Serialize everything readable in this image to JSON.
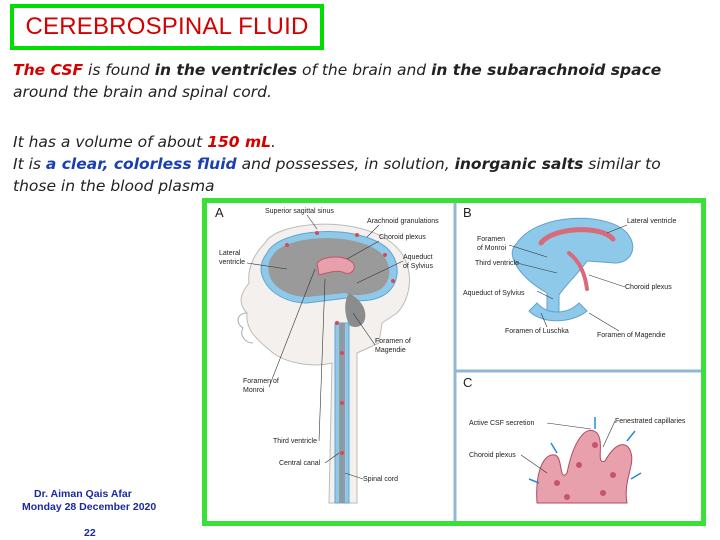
{
  "slide": {
    "title": "CEREBROSPINAL FLUID",
    "p1": {
      "s1": "The CSF",
      "s2": " is found ",
      "s3": "in the ventricles",
      "s4": " of the brain and ",
      "s5": "in the subarachnoid space",
      "line2": "around the brain and spinal cord."
    },
    "p2": {
      "s1": "It has a volume of about ",
      "s2": "150 mL",
      "s3": "."
    },
    "p3": {
      "s1": " It is ",
      "s2": "a clear, colorless fluid",
      "s3": " and possesses, in solution, ",
      "s4": "inorganic salts",
      "s5": " similar to",
      "line2": "those in the blood plasma"
    },
    "footer": {
      "author": "Dr. Aiman Qais Afar",
      "date": "Monday 28 December 2020",
      "page": "22"
    }
  },
  "figure": {
    "panel_a": {
      "letter": "A",
      "labels": {
        "superior_sagittal_sinus": "Superior sagittal sinus",
        "arachnoid_granulations": "Arachnoid granulations",
        "choroid_plexus": "Choroid plexus",
        "lateral_ventricle_1": "Lateral",
        "lateral_ventricle_2": "ventricle",
        "aqueduct_1": "Aqueduct",
        "aqueduct_2": "of Sylvius",
        "foramen_magendie_1": "Foramen of",
        "foramen_magendie_2": "Magendie",
        "foramen_monroi_1": "Foramen of",
        "foramen_monroi_2": "Monroi",
        "third_ventricle": "Third ventricle",
        "central_canal": "Central canal",
        "spinal_cord": "Spinal cord"
      }
    },
    "panel_b": {
      "letter": "B",
      "labels": {
        "foramen_monroi_1": "Foramen",
        "foramen_monroi_2": "of Monroi",
        "lateral_ventricle": "Lateral ventricle",
        "third_ventricle": "Third ventricle",
        "aqueduct": "Aqueduct of Sylvius",
        "choroid_plexus": "Choroid plexus",
        "foramen_luschka": "Foramen of Luschka",
        "foramen_magendie": "Foramen of Magendie"
      }
    },
    "panel_c": {
      "letter": "C",
      "labels": {
        "active_csf": "Active CSF secretion",
        "fenestrated": "Fenestrated capillaries",
        "choroid_plexus": "Choroid plexus"
      }
    }
  },
  "colors": {
    "title_red": "#d40000",
    "frame_green": "#38e038",
    "highlight_blue": "#1a3fb0",
    "csf_blue": "#8fc9ea",
    "brain_gray": "#9a9a9a",
    "plexus_pink": "#e7a0ac"
  }
}
